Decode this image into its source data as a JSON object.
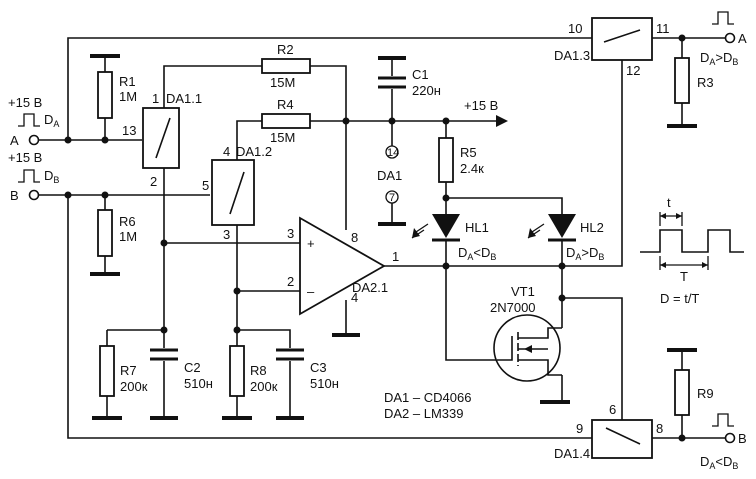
{
  "resistors": {
    "r1": {
      "name": "R1",
      "value": "1M"
    },
    "r2": {
      "name": "R2",
      "value": "15M"
    },
    "r3": {
      "name": "R3"
    },
    "r4": {
      "name": "R4",
      "value": "15M"
    },
    "r5": {
      "name": "R5",
      "value": "2.4к"
    },
    "r6": {
      "name": "R6",
      "value": "1M"
    },
    "r7": {
      "name": "R7",
      "value": "200к"
    },
    "r8": {
      "name": "R8",
      "value": "200к"
    },
    "r9": {
      "name": "R9"
    }
  },
  "capacitors": {
    "c1": {
      "name": "C1",
      "value": "220н"
    },
    "c2": {
      "name": "C2",
      "value": "510н"
    },
    "c3": {
      "name": "C3",
      "value": "510н"
    }
  },
  "switches": {
    "da11": {
      "name": "DA1.1",
      "pin_in": "1",
      "pin_ctrl": "13",
      "pin_out": "2"
    },
    "da12": {
      "name": "DA1.2",
      "pin_in": "4",
      "pin_ctrl": "5",
      "pin_out": "3"
    },
    "da13": {
      "name": "DA1.3",
      "pin_in": "10",
      "pin_out": "11",
      "pin_ctrl": "12"
    },
    "da14": {
      "name": "DA1.4",
      "pin_in": "9",
      "pin_out": "8",
      "pin_ctrl": "6"
    }
  },
  "comparator": {
    "name": "DA2.1",
    "plus": "+",
    "minus": "–",
    "pin_plus": "3",
    "pin_minus": "2",
    "pin_out": "1",
    "pin_vcc": "8",
    "pin_gnd": "4"
  },
  "power": {
    "supply": "+15 В",
    "da1_label": "DA1",
    "da1_vdd_pin": "14",
    "da1_vss_pin": "7"
  },
  "inputs": {
    "a": {
      "label": "A",
      "supply": "+15 В",
      "signal": "D",
      "signal_sub": "A"
    },
    "b": {
      "label": "B",
      "supply": "+15 В",
      "signal": "D",
      "signal_sub": "B"
    }
  },
  "outputs": {
    "a": {
      "label": "A",
      "cond": "D",
      "cond_sub1": "A",
      "cond_op": ">D",
      "cond_sub2": "B"
    },
    "b": {
      "label": "B",
      "cond": "D",
      "cond_sub1": "A",
      "cond_op": "<D",
      "cond_sub2": "B"
    }
  },
  "leds": {
    "hl1": {
      "name": "HL1",
      "cond": "D",
      "cond_sub1": "A",
      "cond_op": "<D",
      "cond_sub2": "B"
    },
    "hl2": {
      "name": "HL2",
      "cond": "D",
      "cond_sub1": "A",
      "cond_op": ">D",
      "cond_sub2": "B"
    }
  },
  "transistor": {
    "name": "VT1",
    "type": "2N7000"
  },
  "notes": {
    "line1": "DA1 – CD4066",
    "line2": "DA2 – LM339"
  },
  "waveform": {
    "t": "t",
    "T": "T",
    "formula": "D = t/T"
  }
}
